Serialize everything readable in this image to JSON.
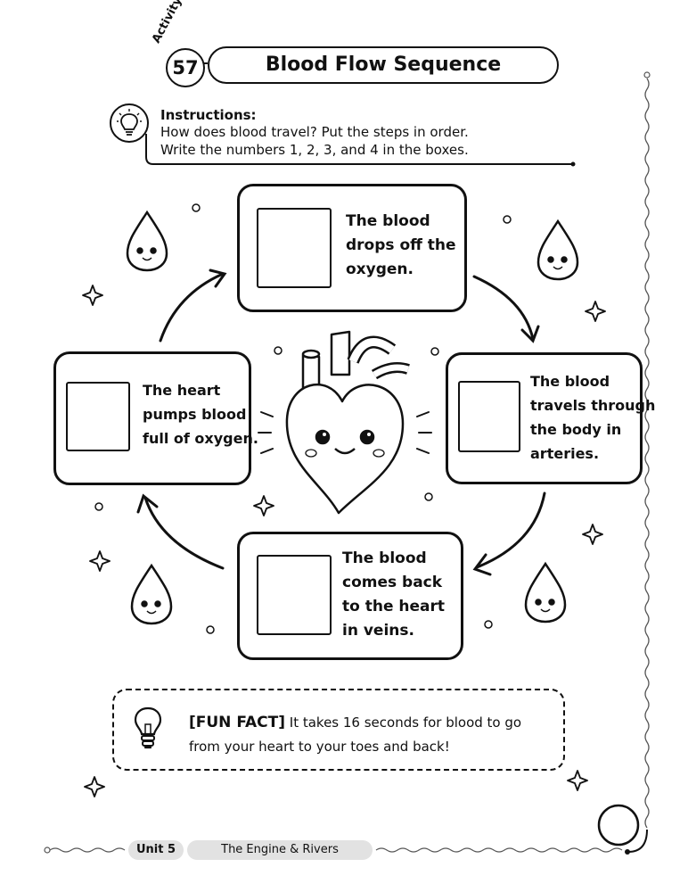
{
  "header": {
    "activity_word": "Activity",
    "activity_number": "57",
    "title": "Blood Flow Sequence"
  },
  "instructions": {
    "title": "Instructions:",
    "lines": [
      "How does blood travel? Put the steps in order.",
      "Write the numbers 1, 2, 3, and 4 in the boxes."
    ],
    "icon": "lightbulb-icon"
  },
  "steps": {
    "top": {
      "lines": [
        "The blood",
        "drops off the",
        "oxygen."
      ],
      "answer": ""
    },
    "right": {
      "lines": [
        "The blood",
        "travels through",
        "the body in",
        "arteries."
      ],
      "answer": ""
    },
    "bottom": {
      "lines": [
        "The blood",
        "comes back",
        "to the heart",
        "in veins."
      ],
      "answer": ""
    },
    "left": {
      "lines": [
        "The heart",
        "pumps blood",
        "full of oxygen."
      ],
      "answer": ""
    }
  },
  "fun_fact": {
    "label": "[FUN FACT]",
    "text": "It takes 16 seconds for blood to go from your heart to your toes and back!",
    "icon": "lightbulb-icon"
  },
  "footer": {
    "unit": "Unit 5",
    "chapter": "The Engine & Rivers"
  },
  "decorations": {
    "center": "smiling-heart-icon",
    "drops": "smiling-blood-drop-icon",
    "sparkles": "sparkle-star-icon"
  }
}
